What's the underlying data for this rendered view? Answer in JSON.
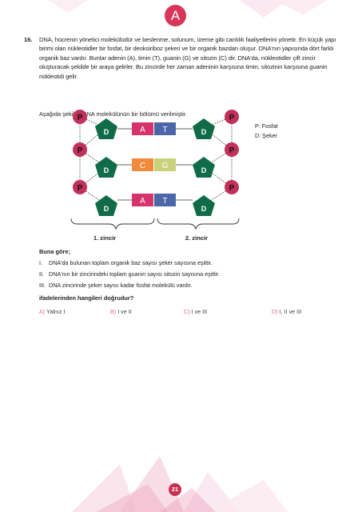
{
  "header": {
    "badge": "A"
  },
  "question": {
    "number": "16.",
    "paragraph": "DNA, hücrenin yönetici molekülüdür ve beslenme, solunum, üreme gibi canlılık faaliyetlerini yönetir. En küçük yapı birimi olan nükleotidler bir fosfat, bir deoksiriboz şekeri ve bir organik bazdan oluşur. DNA'nın yapısında dört farklı organik baz vardır. Bunlar adenin (A), timin (T), guanin (G) ve sitozin (C) dir. DNA'da, nükleotidler çift zincir oluşturacak şekilde bir araya gelirler. Bu zincirde her zaman adeninin karşısına timin, sitozinin karşısına guanin nükleotidi gelir.",
    "intro": "Aşağıda şekilde DNA molekülünün bir bölümü verilmiştir."
  },
  "figure": {
    "phosphate_label": "P",
    "sugar_label": "D",
    "rows": [
      {
        "left_base": "A",
        "right_base": "T"
      },
      {
        "left_base": "C",
        "right_base": "G"
      },
      {
        "left_base": "A",
        "right_base": "T"
      }
    ],
    "chain_labels": [
      "1. zincir",
      "2. zincir"
    ],
    "legend": [
      "P: Fosfat",
      "D: Şeker"
    ],
    "colors": {
      "phosphate": "#c2305c",
      "sugar": "#0f6b48",
      "base_A": "#d6336c",
      "base_T": "#4c66a8",
      "base_C": "#f08a3c",
      "base_G": "#c9d27a",
      "strand": "#333333"
    }
  },
  "lead": "Buna göre;",
  "statements": [
    {
      "num": "I.",
      "text": "DNA'da bulunan toplam organik baz sayısı şeker sayısına eşittir."
    },
    {
      "num": "II.",
      "text": "DNA'nın bir zincirindeki toplam guanin sayısı sitozin sayısına eşittir."
    },
    {
      "num": "III.",
      "text": "DNA zincirinde şeker sayısı kadar fosfat molekülü vardır."
    }
  ],
  "ask": "ifadelerinden hangileri doğrudur?",
  "options": [
    {
      "letter": "A)",
      "text": "Yalnız I"
    },
    {
      "letter": "B)",
      "text": "I ve II"
    },
    {
      "letter": "C)",
      "text": "I ve III"
    },
    {
      "letter": "D)",
      "text": "I, II ve III"
    }
  ],
  "footer": {
    "page_number": "21"
  }
}
